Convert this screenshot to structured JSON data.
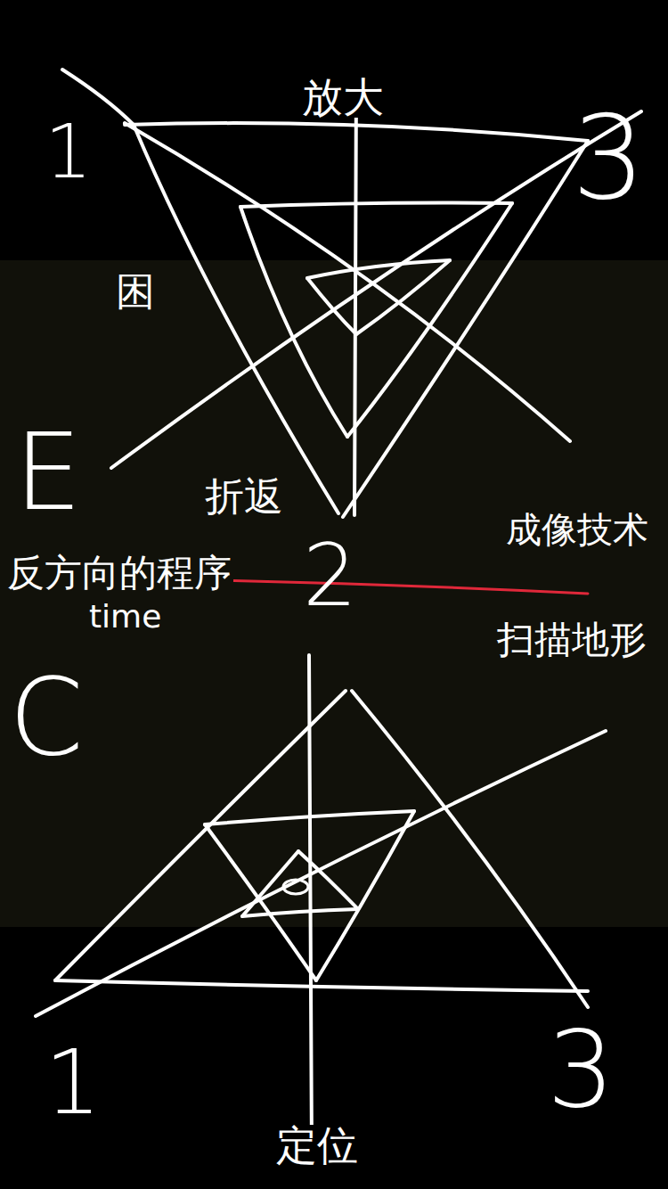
{
  "diagram": {
    "labels": [
      "放大",
      "1",
      "3",
      "困",
      "E",
      "折返",
      "成像技术",
      "反方向的程序",
      "2",
      "time",
      "扫描地形",
      "C",
      "1",
      "3",
      "定位"
    ]
  }
}
